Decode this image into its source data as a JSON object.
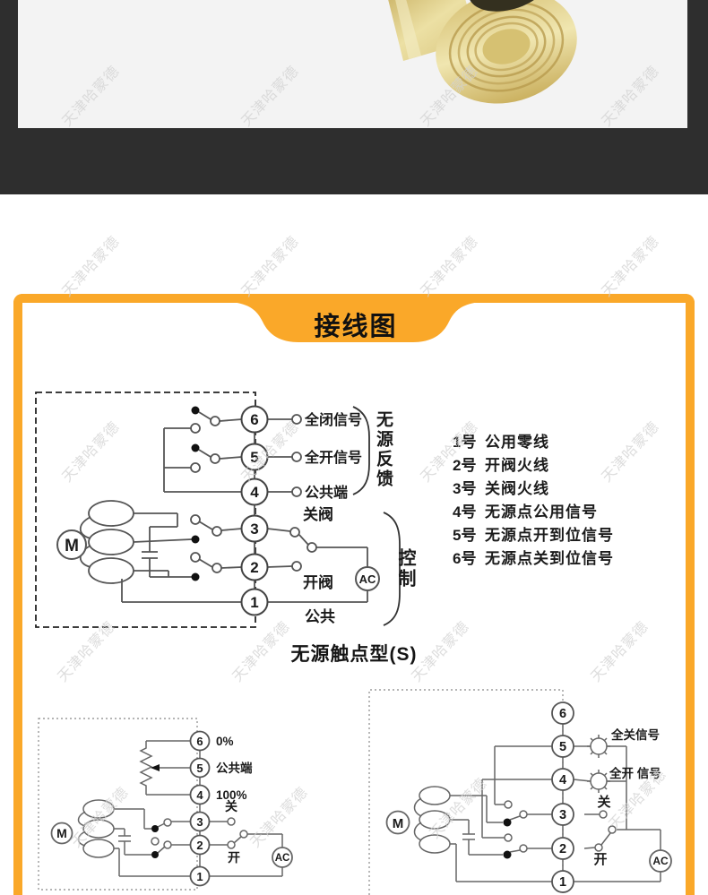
{
  "watermark": "天津哈蒙德",
  "tab": {
    "label": "接线图"
  },
  "colors": {
    "accent": "#FAA829",
    "dark_band": "#2E2E2E",
    "photo_bg": "#F3F3F3",
    "line": "#555555"
  },
  "legend": {
    "items": [
      {
        "num": "1号",
        "desc": "公用零线"
      },
      {
        "num": "2号",
        "desc": "开阀火线"
      },
      {
        "num": "3号",
        "desc": "关阀火线"
      },
      {
        "num": "4号",
        "desc": "无源点公用信号"
      },
      {
        "num": "5号",
        "desc": "无源点开到位信号"
      },
      {
        "num": "6号",
        "desc": "无源点关到位信号"
      }
    ]
  },
  "diagram_main": {
    "caption": "无源触点型(S)",
    "terminals": [
      "6",
      "5",
      "4",
      "3",
      "2",
      "1"
    ],
    "motor": "M",
    "ac": "AC",
    "label_t6": "全闭信号",
    "label_t5": "全开信号",
    "label_t4": "公共端",
    "group_feedback": "无源反馈",
    "label_t3": "关阀",
    "label_t2": "开阀",
    "label_t1": "公共",
    "group_control": "控制"
  },
  "diagram_modulating": {
    "terminals": [
      "6",
      "5",
      "4",
      "3",
      "2",
      "1"
    ],
    "motor": "M",
    "ac": "AC",
    "label_t6": "0%",
    "label_t5": "公共端",
    "label_t4": "100%",
    "label_t3": "关",
    "label_t2": "开"
  },
  "diagram_lamp": {
    "terminals": [
      "6",
      "5",
      "4",
      "3",
      "2",
      "1"
    ],
    "motor": "M",
    "ac": "AC",
    "label_t5": "全关信号",
    "label_t4": "全开 信号",
    "label_t3": "关",
    "label_t2": "开"
  }
}
